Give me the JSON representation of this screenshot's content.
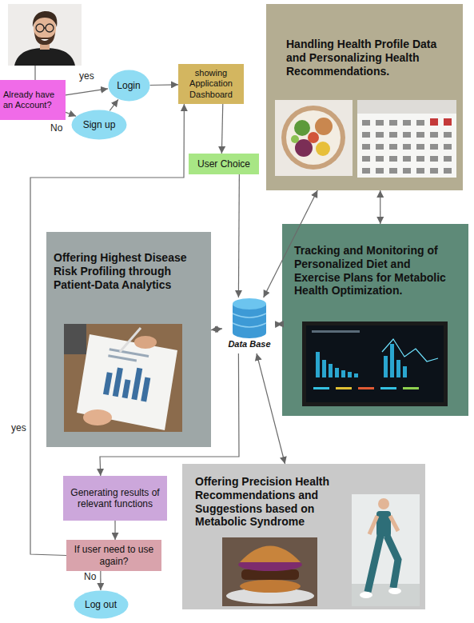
{
  "diagram": {
    "nodes": [
      {
        "text": [
          "Already have an Account?"
        ]
      },
      {
        "text": [
          "Login"
        ]
      },
      {
        "text": [
          "Sign up"
        ]
      },
      {
        "text": [
          "showing Application Dashboard"
        ]
      },
      {
        "text": [
          "User Choice"
        ]
      },
      {
        "text": [
          "Handling Health Profile Data and Personalizing Health Recommendations."
        ]
      },
      {
        "text": [
          "Offering Highest Disease Risk Profiling through Patient-Data Analytics"
        ]
      },
      {
        "text": [
          "Data Base"
        ]
      },
      {
        "text": [
          "Tracking and Monitoring of Personalized Diet and Exercise Plans for Metabolic Health Optimization."
        ]
      },
      {
        "text": [
          "Offering Precision Health Recommendations and Suggestions based on Metabolic Syndrome"
        ]
      },
      {
        "text": [
          "Generating results of relevant functions"
        ]
      },
      {
        "text": [
          "If user need to use again?"
        ]
      },
      {
        "text": [
          "Log out"
        ]
      }
    ],
    "edges": [
      {
        "from": 0,
        "to": 1,
        "label": "yes",
        "arrow": "to"
      },
      {
        "from": 0,
        "to": 2,
        "label": "No",
        "arrow": "to"
      },
      {
        "from": 2,
        "to": 1,
        "arrow": "to"
      },
      {
        "from": 1,
        "to": 3,
        "arrow": "to"
      },
      {
        "from": 3,
        "to": 4,
        "arrow": "to"
      },
      {
        "from": 4,
        "to": 7,
        "arrow": "to"
      },
      {
        "from": 7,
        "to": 5,
        "arrow": "both"
      },
      {
        "from": 7,
        "to": 6,
        "arrow": "both"
      },
      {
        "from": 7,
        "to": 8,
        "arrow": "both"
      },
      {
        "from": 7,
        "to": 9,
        "arrow": "both"
      },
      {
        "from": 5,
        "to": 8,
        "arrow": "both"
      },
      {
        "from": 7,
        "to": 10,
        "arrow": "to"
      },
      {
        "from": 10,
        "to": 11,
        "arrow": "to"
      },
      {
        "from": 11,
        "to": 3,
        "label": "yes",
        "arrow": "to"
      },
      {
        "from": 11,
        "to": 12,
        "label": "No",
        "arrow": "to"
      }
    ]
  }
}
